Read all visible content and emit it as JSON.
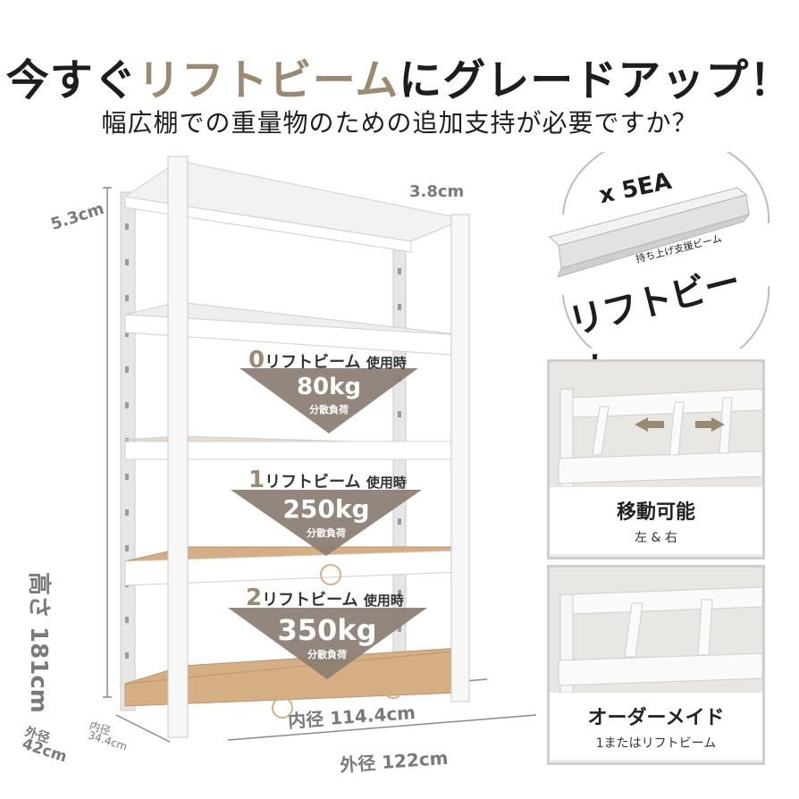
{
  "headline": {
    "part1": "今すぐ",
    "accent": "リフトビーム",
    "part2": "にグレードアップ！"
  },
  "subline": "幅広棚での重量物のための追加支持が必要ですか？",
  "dimensions": {
    "top_left": "5.3cm",
    "top_right": "3.8cm",
    "height": "高さ 181cm",
    "inner_width": "内径 114.4cm",
    "outer_width": "外径 122cm",
    "outer_depth_label": "外径",
    "outer_depth_value": "42cm",
    "inner_depth_label": "内径",
    "inner_depth_value": "34.4cm"
  },
  "load_levels": [
    {
      "count": "0",
      "label": "リフトビーム",
      "suffix": "使用時",
      "weight": "80kg",
      "note": "分散負荷"
    },
    {
      "count": "1",
      "label": "リフトビーム",
      "suffix": "使用時",
      "weight": "250kg",
      "note": "分散負荷"
    },
    {
      "count": "2",
      "label": "リフトビーム",
      "suffix": "使用時",
      "weight": "350kg",
      "note": "分散負荷"
    }
  ],
  "beam_product": {
    "quantity": "x 5EA",
    "small_label": "持ち上げ支援ビーム",
    "name": "リフトビーム"
  },
  "feature_panels": [
    {
      "title": "移動可能",
      "subtitle": "左 & 右"
    },
    {
      "title": "オーダーメイド",
      "subtitle": "1またはリフトビーム"
    }
  ],
  "colors": {
    "accent": "#9a8a74",
    "triangle": "#8a7d72",
    "wood": "#d6ae84",
    "frame": "#f4f4f4"
  }
}
